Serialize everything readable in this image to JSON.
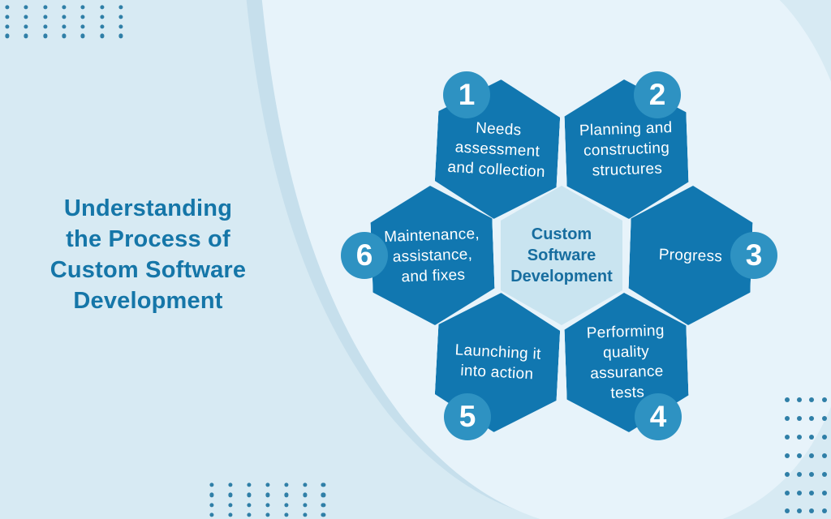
{
  "page": {
    "title": "Understanding\nthe Process of\nCustom Software\nDevelopment"
  },
  "diagram": {
    "center_label": "Custom\nSoftware\nDevelopment",
    "steps": [
      {
        "num": "1",
        "label": "Needs\nassessment\nand collection"
      },
      {
        "num": "2",
        "label": "Planning and\nconstructing\nstructures"
      },
      {
        "num": "3",
        "label": "Progress"
      },
      {
        "num": "4",
        "label": "Performing\nquality\nassurance\ntests"
      },
      {
        "num": "5",
        "label": "Launching it\ninto action"
      },
      {
        "num": "6",
        "label": "Maintenance,\nassistance,\nand fixes"
      }
    ]
  },
  "colors": {
    "background": "#d7eaf3",
    "blob": "#e7f3fa",
    "blob_shadow": "#c6dfec",
    "hexagon": "#1177b0",
    "badge": "#2e92c2",
    "hex_text": "#ffffff",
    "title_text": "#1576a8",
    "center_text": "#176d9f",
    "center_hex": "#c9e4f0",
    "dots": "#2f7fa7"
  },
  "decorations": {
    "dot_grids": [
      {
        "name": "top-left",
        "cols": 7,
        "rows": 4
      },
      {
        "name": "bottom-center",
        "cols": 7,
        "rows": 4
      },
      {
        "name": "bottom-right",
        "cols": 4,
        "rows": 7
      }
    ]
  }
}
